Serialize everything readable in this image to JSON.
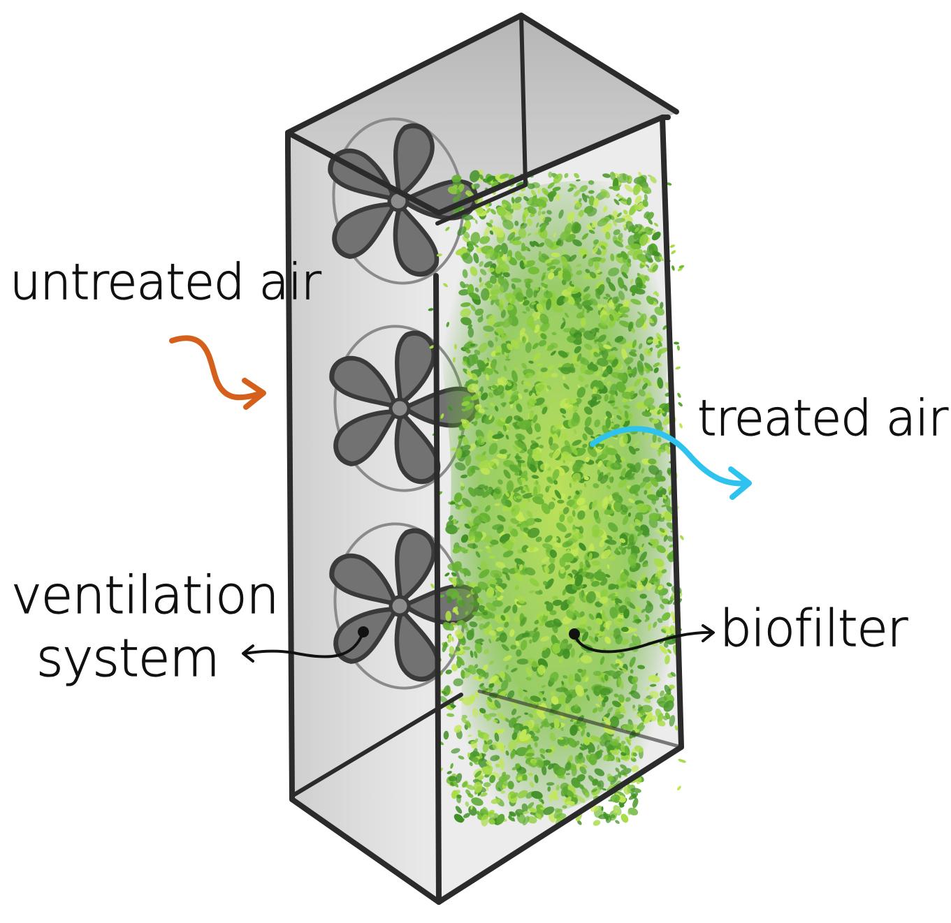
{
  "labels": {
    "untreated_air": "untreated air",
    "treated_air": "treated air",
    "ventilation_line1": "ventilation",
    "ventilation_line2": "system",
    "biofilter": "biofilter"
  },
  "colors": {
    "untreated_arrow": "#d4601c",
    "treated_arrow": "#2ec3ee",
    "frame": "#2b2b2b",
    "fan_fill": "#727272",
    "box_tint": "#c9c9c9",
    "leaf_dark": "#4f9a2c",
    "leaf_light": "#b9e24e"
  },
  "icons": {
    "fan": "fan-icon",
    "untreated_arrow": "arrow-right-curved-icon",
    "treated_arrow": "arrow-right-curved-icon",
    "pointer": "pointer-arrow-icon"
  },
  "fan_count": 3
}
